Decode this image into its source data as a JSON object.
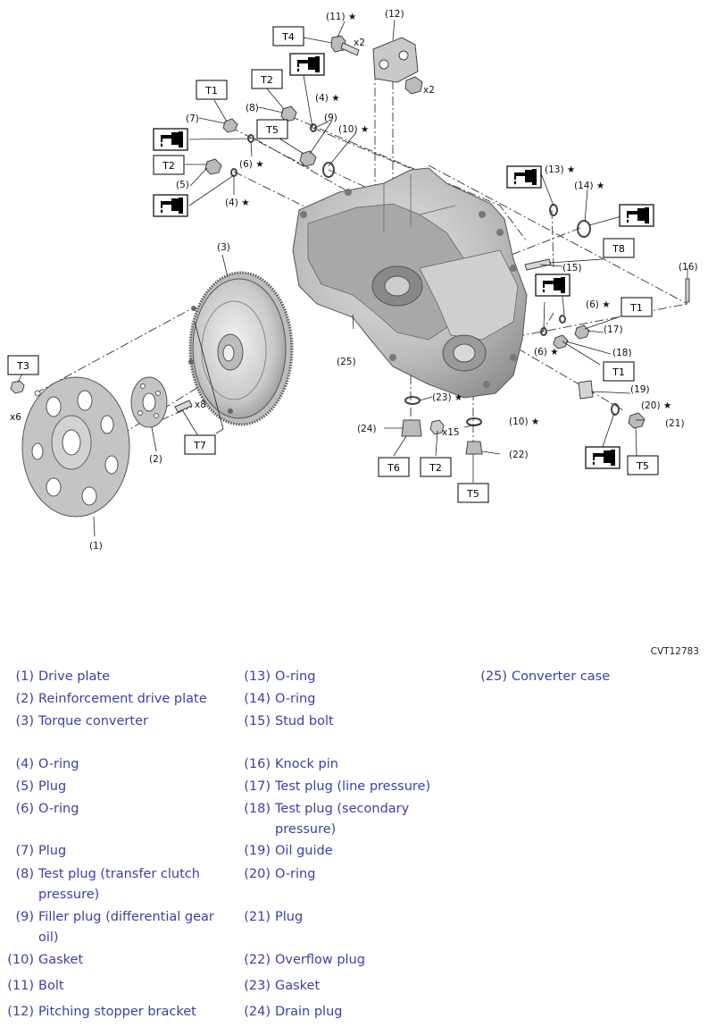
{
  "diagram": {
    "code": "CVT12783",
    "callouts": [
      {
        "id": "c11",
        "text": "(11) ★"
      },
      {
        "id": "c12",
        "text": "(12)"
      },
      {
        "id": "c4a",
        "text": "(4) ★"
      },
      {
        "id": "c8",
        "text": "(8)"
      },
      {
        "id": "c9",
        "text": "(9)"
      },
      {
        "id": "c10a",
        "text": "(10) ★"
      },
      {
        "id": "c7",
        "text": "(7)"
      },
      {
        "id": "c6a",
        "text": "(6) ★"
      },
      {
        "id": "c5",
        "text": "(5)"
      },
      {
        "id": "c4b",
        "text": "(4) ★"
      },
      {
        "id": "c13",
        "text": "(13) ★"
      },
      {
        "id": "c14",
        "text": "(14) ★"
      },
      {
        "id": "c3",
        "text": "(3)"
      },
      {
        "id": "c15",
        "text": "(15)"
      },
      {
        "id": "c16",
        "text": "(16)"
      },
      {
        "id": "c6b",
        "text": "(6) ★"
      },
      {
        "id": "c17",
        "text": "(17)"
      },
      {
        "id": "c6c",
        "text": "(6) ★"
      },
      {
        "id": "c18",
        "text": "(18)"
      },
      {
        "id": "c25",
        "text": "(25)"
      },
      {
        "id": "c19",
        "text": "(19)"
      },
      {
        "id": "c23",
        "text": "(23) ★"
      },
      {
        "id": "c20",
        "text": "(20) ★"
      },
      {
        "id": "c24",
        "text": "(24)"
      },
      {
        "id": "c10b",
        "text": "(10) ★"
      },
      {
        "id": "c21",
        "text": "(21)"
      },
      {
        "id": "c22",
        "text": "(22)"
      },
      {
        "id": "c2",
        "text": "(2)"
      },
      {
        "id": "c1",
        "text": "(1)"
      }
    ],
    "qty": [
      {
        "id": "q11",
        "text": "x2"
      },
      {
        "id": "q12",
        "text": "x2"
      },
      {
        "id": "qT3",
        "text": "x6"
      },
      {
        "id": "qT7",
        "text": "x8"
      },
      {
        "id": "qT2",
        "text": "x15"
      }
    ],
    "torque_boxes": [
      {
        "id": "b1",
        "text": "T4"
      },
      {
        "id": "b2",
        "text": "T1"
      },
      {
        "id": "b3",
        "text": "T2"
      },
      {
        "id": "b4",
        "text": "T5"
      },
      {
        "id": "b5",
        "text": "T2"
      },
      {
        "id": "b6",
        "text": "T8"
      },
      {
        "id": "b7",
        "text": "T1"
      },
      {
        "id": "b8",
        "text": "T1"
      },
      {
        "id": "b9",
        "text": "T3"
      },
      {
        "id": "b10",
        "text": "T7"
      },
      {
        "id": "b11",
        "text": "T6"
      },
      {
        "id": "b12",
        "text": "T2"
      },
      {
        "id": "b13",
        "text": "T5"
      },
      {
        "id": "b14",
        "text": "T5"
      }
    ]
  },
  "legend": {
    "columns": [
      [
        {
          "num": "(1)",
          "text": "Drive plate"
        },
        {
          "num": "(2)",
          "text": "Reinforcement drive plate"
        },
        {
          "num": "(3)",
          "text": "Torque converter"
        },
        {
          "num": "(4)",
          "text": "O-ring"
        },
        {
          "num": "(5)",
          "text": "Plug"
        },
        {
          "num": "(6)",
          "text": "O-ring"
        },
        {
          "num": "(7)",
          "text": "Plug"
        },
        {
          "num": "(8)",
          "text": "Test plug (transfer clutch pressure)"
        },
        {
          "num": "(9)",
          "text": "Filler plug (differential gear oil)"
        },
        {
          "num": "(10)",
          "text": "Gasket"
        },
        {
          "num": "(11)",
          "text": "Bolt"
        },
        {
          "num": "(12)",
          "text": "Pitching stopper bracket"
        }
      ],
      [
        {
          "num": "(13)",
          "text": "O-ring"
        },
        {
          "num": "(14)",
          "text": "O-ring"
        },
        {
          "num": "(15)",
          "text": "Stud bolt"
        },
        {
          "num": "(16)",
          "text": "Knock pin"
        },
        {
          "num": "(17)",
          "text": "Test plug (line pressure)"
        },
        {
          "num": "(18)",
          "text": "Test plug (secondary pressure)"
        },
        {
          "num": "(19)",
          "text": "Oil guide"
        },
        {
          "num": "(20)",
          "text": "O-ring"
        },
        {
          "num": "(21)",
          "text": "Plug"
        },
        {
          "num": "(22)",
          "text": "Overflow plug"
        },
        {
          "num": "(23)",
          "text": "Gasket"
        },
        {
          "num": "(24)",
          "text": "Drain plug"
        }
      ],
      [
        {
          "num": "(25)",
          "text": "Converter case"
        }
      ]
    ]
  }
}
